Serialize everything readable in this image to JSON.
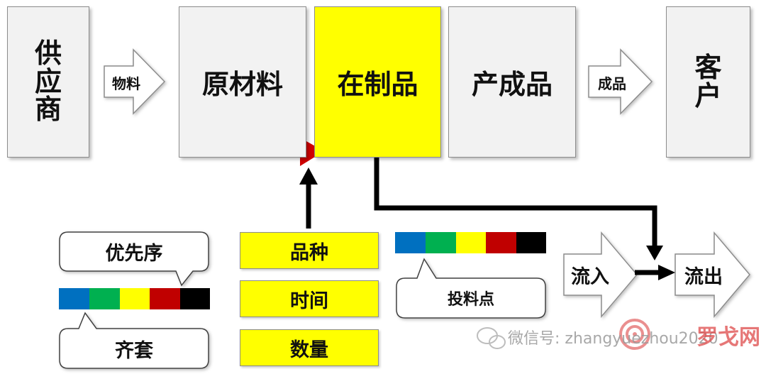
{
  "stages": {
    "supplier": [
      "供",
      "应",
      "商"
    ],
    "raw": "原材料",
    "wip": "在制品",
    "finished": "产成品",
    "customer": [
      "客",
      "户"
    ]
  },
  "arrows": {
    "material": "物料",
    "product": "成品",
    "inflow": "流入",
    "outflow": "流出"
  },
  "callouts": {
    "priority": "优先序",
    "kitting": "齐套",
    "feed_point": "投料点"
  },
  "factors": [
    "品种",
    "时间",
    "数量"
  ],
  "watermark": {
    "text": "微信号: zhangyuezhou2020",
    "brand": "罗戈网"
  },
  "colors": {
    "blue": "#0070c0",
    "green": "#00b050",
    "yellow": "#ffff00",
    "red": "#c00000",
    "black": "#000000"
  },
  "color_bar_order": [
    "blue",
    "green",
    "yellow",
    "red",
    "black"
  ]
}
